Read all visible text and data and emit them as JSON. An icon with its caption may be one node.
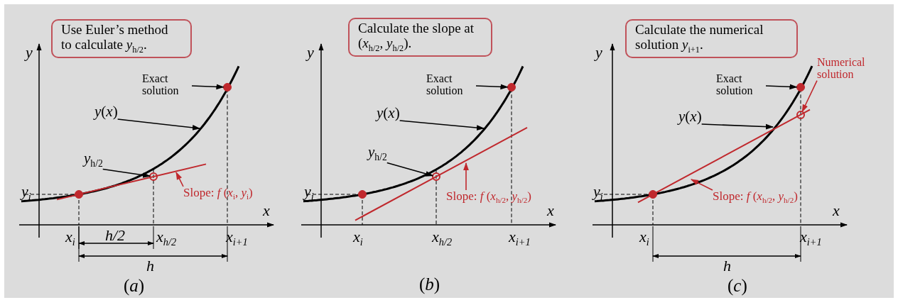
{
  "diagram": {
    "nodes": [
      {
        "text": [
          "Use Euler’s method to calculate *y*$_{h/2}$."
        ]
      },
      {
        "text": [
          "Exact solution"
        ]
      },
      {
        "text": [],
        "shape": "circle"
      },
      {
        "text": [
          "*y*(*x*)"
        ]
      },
      {
        "text": [
          "*y*$_{h/2}$"
        ]
      },
      {
        "text": [],
        "shape": "circle"
      },
      {
        "text": [],
        "shape": "circle"
      },
      {
        "text": [
          "Slope: *f* (*x*$_{i}$, *y*$_{i}$)"
        ]
      },
      {
        "text": [
          "Calculate the slope at (*x*$_{h/2}$, *y*$_{h/2}$)."
        ]
      },
      {
        "text": [
          "Exact solution"
        ]
      },
      {
        "text": [],
        "shape": "circle"
      },
      {
        "text": [
          "*y*(*x*)"
        ]
      },
      {
        "text": [
          "*y*$_{h/2}$"
        ]
      },
      {
        "text": [],
        "shape": "circle"
      },
      {
        "text": [],
        "shape": "circle"
      },
      {
        "text": [
          "Slope: *f* (*x*$_{h/2}$, *y*$_{h/2}$)"
        ]
      },
      {
        "text": [
          "Calculate the numerical solution *y*$_{i+1}$."
        ]
      },
      {
        "text": [
          "Exact solution"
        ]
      },
      {
        "text": [
          "Numerical solution"
        ]
      },
      {
        "text": [],
        "shape": "circle"
      },
      {
        "text": [
          "*y*(*x*)"
        ]
      },
      {
        "text": [],
        "shape": "circle"
      },
      {
        "text": [],
        "shape": "circle"
      },
      {
        "text": [
          "Slope: *f* (*x*$_{h/2}$, *y*$_{h/2}$)"
        ]
      }
    ],
    "edges": [
      {
        "from": 1,
        "to": 2,
        "arrow": "to"
      },
      {
        "from": 3,
        "to": null,
        "arrow": "to"
      },
      {
        "from": 4,
        "to": 6,
        "arrow": "to"
      },
      {
        "from": 7,
        "to": null,
        "arrow": "to",
        "color": "#c0282d"
      },
      {
        "from": 9,
        "to": 10,
        "arrow": "to"
      },
      {
        "from": 11,
        "to": null,
        "arrow": "to"
      },
      {
        "from": 12,
        "to": 14,
        "arrow": "to"
      },
      {
        "from": 15,
        "to": null,
        "arrow": "to",
        "color": "#c0282d"
      },
      {
        "from": 17,
        "to": 19,
        "arrow": "to"
      },
      {
        "from": 18,
        "to": 21,
        "arrow": "to",
        "color": "#c0282d"
      },
      {
        "from": 20,
        "to": null,
        "arrow": "to"
      },
      {
        "from": 23,
        "to": null,
        "arrow": "to",
        "color": "#c0282d"
      }
    ],
    "labels": [
      "y",
      "x",
      "y$_{i}$",
      "x$_{i}$",
      "h/2",
      "x$_{h/2}$",
      "x$_{i+1}$",
      "h",
      "(*a*)",
      "y",
      "x",
      "y$_{i}$",
      "x$_{i}$",
      "x$_{h/2}$",
      "x$_{i+1}$",
      "(*b*)",
      "y",
      "x",
      "y$_{i}$",
      "x$_{i}$",
      "x$_{i+1}$",
      "h",
      "(*c*)"
    ]
  }
}
